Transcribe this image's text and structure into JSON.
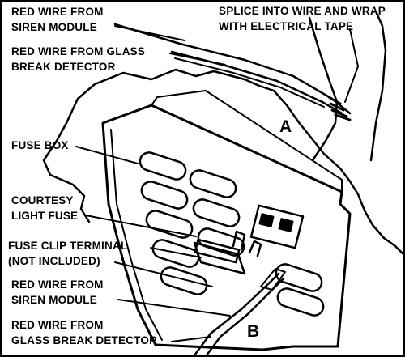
{
  "labels": {
    "red_wire_siren_top": [
      "RED WIRE FROM",
      "SIREN MODULE"
    ],
    "red_wire_glass_top": [
      "RED WIRE FROM  GLASS",
      "BREAK DETECTOR"
    ],
    "splice_note": [
      "SPLICE INTO WIRE AND WRAP",
      "WITH ELECTRICAL TAPE"
    ],
    "fuse_box": "FUSE BOX",
    "courtesy_fuse": [
      "COURTESY",
      "LIGHT FUSE"
    ],
    "fuse_clip": [
      "FUSE CLIP TERMINAL",
      "(NOT INCLUDED)"
    ],
    "red_wire_siren_bottom": [
      "RED WIRE FROM",
      "SIREN MODULE"
    ],
    "red_wire_glass_bottom": [
      "RED WIRE FROM",
      "GLASS BREAK DETECTOR"
    ]
  },
  "markers": {
    "a": "A",
    "b": "B"
  }
}
